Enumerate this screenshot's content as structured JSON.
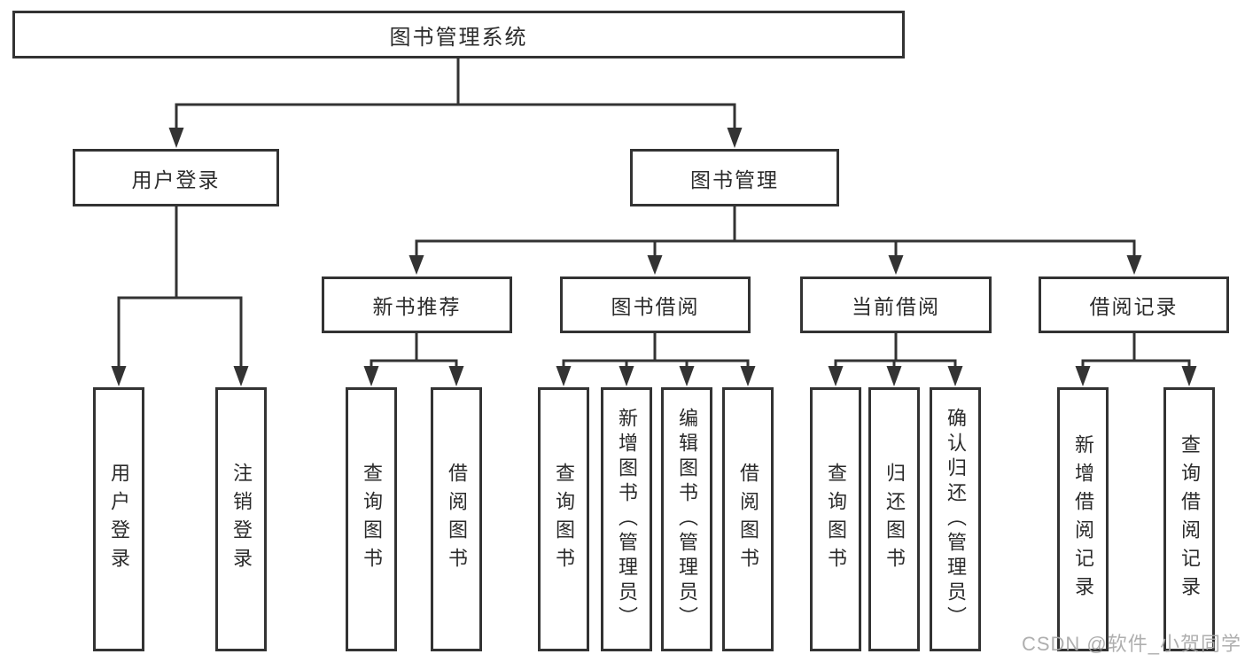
{
  "colors": {
    "line": "#333333",
    "box_border": "#333333",
    "box_background": "#ffffff",
    "text": "#2b2b2b",
    "watermark": "#a8a8a8"
  },
  "nodes": {
    "root": {
      "label": "图书管理系统"
    },
    "user_login": {
      "label": "用户登录"
    },
    "book_management": {
      "label": "图书管理"
    },
    "new_book_recommend": {
      "label": "新书推荐"
    },
    "book_borrow": {
      "label": "图书借阅"
    },
    "current_borrow": {
      "label": "当前借阅"
    },
    "borrow_records": {
      "label": "借阅记录"
    },
    "leaf_user_login": {
      "label": "用户登录"
    },
    "leaf_logout": {
      "label": "注销登录"
    },
    "leaf_query_books_rec": {
      "label": "查询图书"
    },
    "leaf_borrow_books_rec": {
      "label": "借阅图书"
    },
    "leaf_query_books_bor": {
      "label": "查询图书"
    },
    "leaf_add_books": {
      "label": "新增图书（管理员）"
    },
    "leaf_edit_books": {
      "label": "编辑图书（管理员）"
    },
    "leaf_borrow_books_bor": {
      "label": "借阅图书"
    },
    "leaf_query_books_cur": {
      "label": "查询图书"
    },
    "leaf_return_books": {
      "label": "归还图书"
    },
    "leaf_confirm_return": {
      "label": "确认归还（管理员）"
    },
    "leaf_add_borrow_record": {
      "label": "新增借阅记录"
    },
    "leaf_query_borrow_record": {
      "label": "查询借阅记录"
    }
  },
  "hierarchy": {
    "图书管理系统": {
      "用户登录": [
        "用户登录",
        "注销登录"
      ],
      "图书管理": {
        "新书推荐": [
          "查询图书",
          "借阅图书"
        ],
        "图书借阅": [
          "查询图书",
          "新增图书（管理员）",
          "编辑图书（管理员）",
          "借阅图书"
        ],
        "当前借阅": [
          "查询图书",
          "归还图书",
          "确认归还（管理员）"
        ],
        "借阅记录": [
          "新增借阅记录",
          "查询借阅记录"
        ]
      }
    }
  },
  "watermark": {
    "text": "CSDN @软件_小贺同学"
  }
}
